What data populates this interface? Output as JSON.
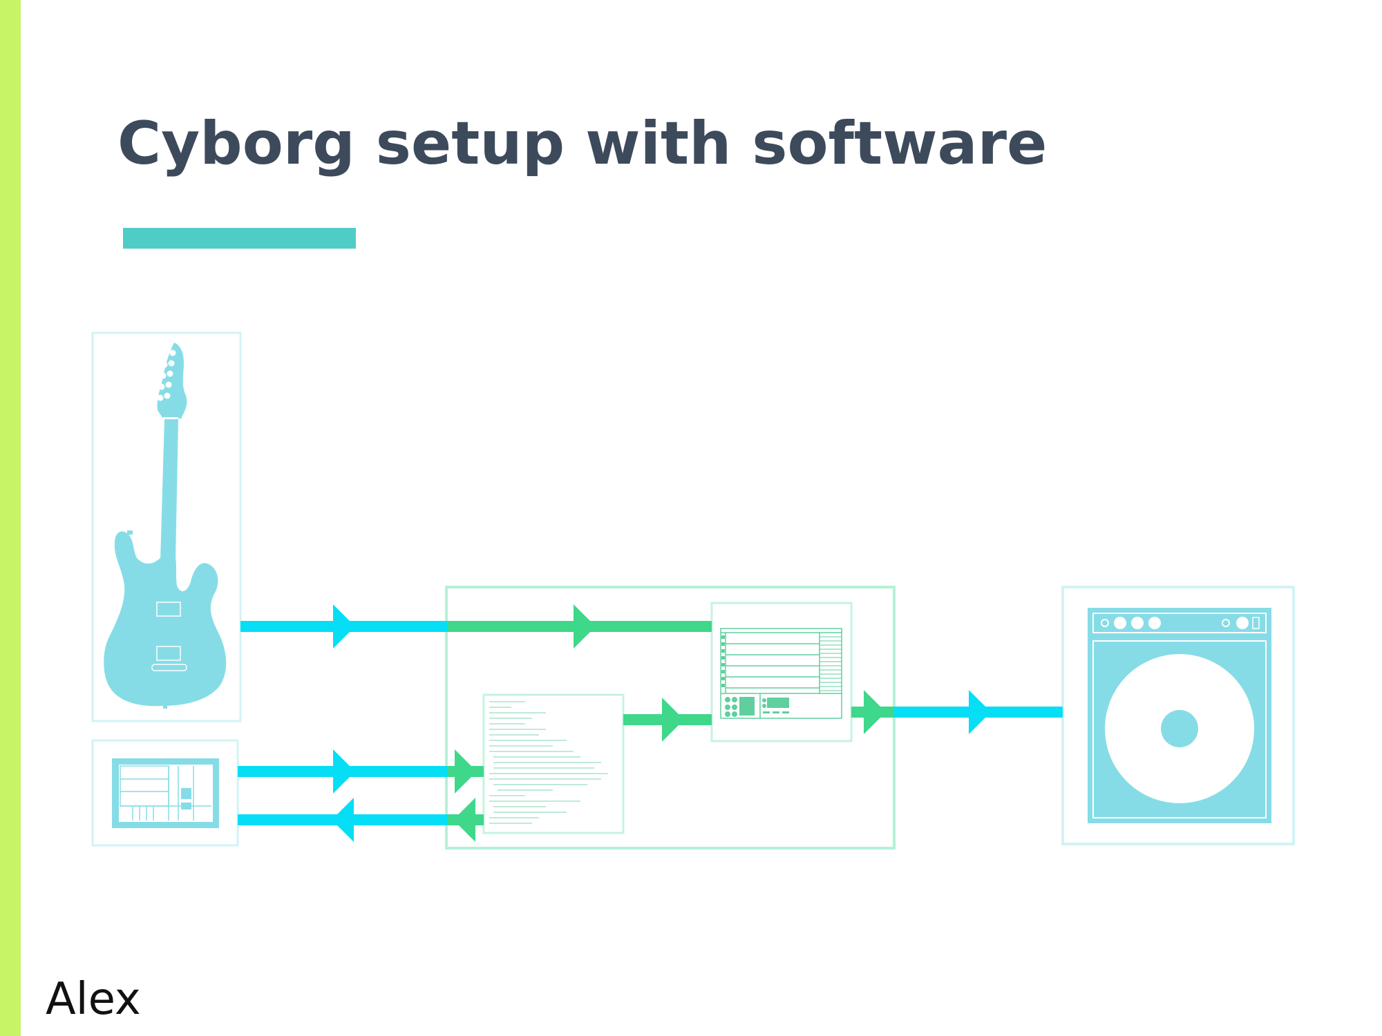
{
  "slide": {
    "title": "Cyborg setup with software",
    "author": "Alex"
  },
  "colors": {
    "accent_bar": "#c7f467",
    "title_text": "#3d4a5b",
    "underline": "#4fccc6",
    "signal_blue": "#05def4",
    "signal_green": "#3fd78a",
    "device_fill": "#86dce6",
    "device_frame": "#d2f3f7",
    "software_frame": "#b3f2d6",
    "window_stroke": "#5fcf9e"
  },
  "diagram": {
    "nodes": [
      {
        "id": "guitar",
        "icon": "electric-guitar-icon"
      },
      {
        "id": "controller",
        "icon": "tablet-controller-icon"
      },
      {
        "id": "software",
        "icon": "software-group"
      },
      {
        "id": "code-editor",
        "icon": "code-editor-window-icon"
      },
      {
        "id": "audio-plugin",
        "icon": "audio-plugin-window-icon"
      },
      {
        "id": "amplifier",
        "icon": "speaker-amplifier-icon"
      }
    ],
    "edges": [
      {
        "from": "guitar",
        "to": "audio-plugin",
        "color": "signal_blue"
      },
      {
        "from": "controller",
        "to": "code-editor",
        "color": "signal_blue"
      },
      {
        "from": "code-editor",
        "to": "controller",
        "color": "signal_blue"
      },
      {
        "from": "code-editor",
        "to": "audio-plugin",
        "color": "signal_green"
      },
      {
        "from": "audio-plugin",
        "to": "amplifier",
        "color": "signal_blue"
      }
    ]
  }
}
